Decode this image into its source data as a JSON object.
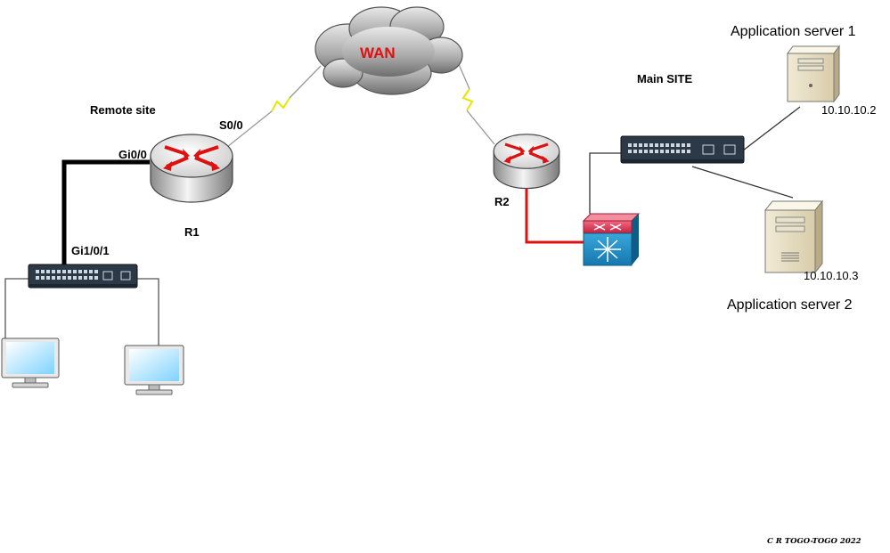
{
  "cloud": {
    "label": "WAN"
  },
  "remote_site": {
    "title": "Remote site",
    "router": {
      "name": "R1",
      "serial_port": "S0/0",
      "lan_port": "Gi0/0"
    },
    "switch": {
      "uplink_port": "Gi1/0/1"
    }
  },
  "main_site": {
    "title": "Main SITE",
    "router": {
      "name": "R2"
    },
    "servers": [
      {
        "name": "Application server 1",
        "ip": "10.10.10.2"
      },
      {
        "name": "Application server 2",
        "ip": "10.10.10.3"
      }
    ]
  },
  "footer": {
    "copyright": "C R TOGO-TOGO 2022"
  },
  "colors": {
    "router_arrows": "#dd1111",
    "lan_link": "#000000",
    "core_link": "#dd1111",
    "serial_link": "#e6e600"
  }
}
